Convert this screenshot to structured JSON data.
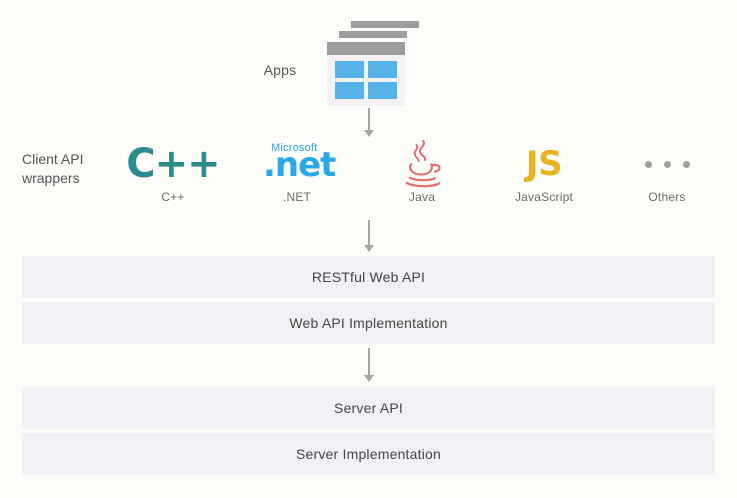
{
  "diagram": {
    "title": "API layered architecture diagram",
    "background_color": "#fdfefa",
    "bar_color": "#f4f1f6",
    "arrow_color": "#a6a6a6"
  },
  "apps": {
    "label": "Apps",
    "icon_name": "stacked-app-windows-icon",
    "tile_color": "#55b3e9",
    "titlebar_color": "#9d9d9d"
  },
  "wrappers": {
    "label": "Client API\nwrappers",
    "label_line1": "Client API",
    "label_line2": "wrappers",
    "items": [
      {
        "id": "cpp",
        "caption": "C++",
        "logo_text": "C++",
        "logo_color": "#2d8b8b",
        "icon_name": "cpp-logo-icon"
      },
      {
        "id": "dotnet",
        "caption": ".NET",
        "logo_text": ".net",
        "logo_sub": "Microsoft",
        "logo_color": "#29a8e8",
        "icon_name": "dotnet-logo-icon"
      },
      {
        "id": "java",
        "caption": "Java",
        "logo_text": "",
        "logo_color": "#e76f6f",
        "icon_name": "java-coffee-cup-logo-icon"
      },
      {
        "id": "js",
        "caption": "JavaScript",
        "logo_text": "JS",
        "logo_color": "#e9b422",
        "icon_name": "javascript-logo-icon"
      },
      {
        "id": "others",
        "caption": "Others",
        "logo_text": "",
        "logo_color": "#a0a0a0",
        "icon_name": "ellipsis-dots-icon"
      }
    ]
  },
  "arrows": [
    {
      "id": "apps-to-wrappers",
      "name": "arrow-apps-to-wrappers"
    },
    {
      "id": "wrappers-to-rest",
      "name": "arrow-wrappers-to-restful-web-api"
    },
    {
      "id": "webimpl-to-server",
      "name": "arrow-web-api-implementation-to-server-api"
    }
  ],
  "layers": [
    {
      "id": "restful",
      "label": "RESTful Web API"
    },
    {
      "id": "webimpl",
      "label": "Web API Implementation"
    },
    {
      "id": "serverapi",
      "label": "Server API"
    },
    {
      "id": "serverimpl",
      "label": "Server Implementation"
    }
  ]
}
